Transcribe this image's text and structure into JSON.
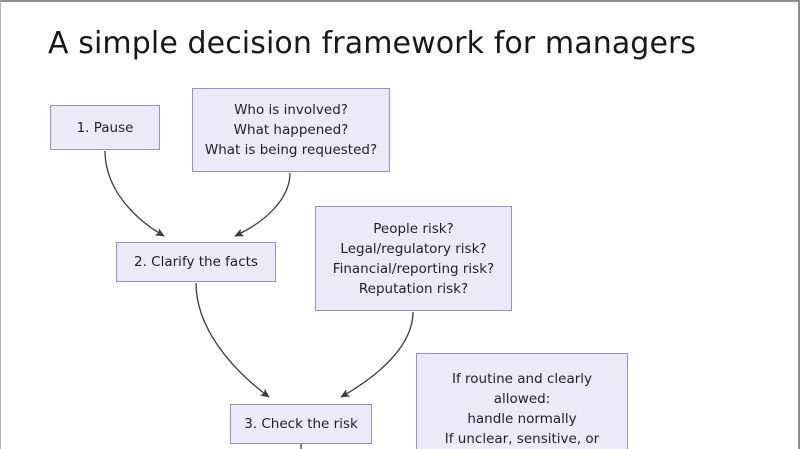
{
  "slide": {
    "title": "A simple decision framework for managers",
    "background_color": "#ffffff",
    "frame_border_color": "#8f8f8f"
  },
  "theme": {
    "node_fill": "#eceaf8",
    "node_border": "#9b8ed0",
    "text_color": "#1f2024",
    "arrow_color": "#3c3c3c"
  },
  "nodes": {
    "pause": {
      "lines": [
        "1. Pause"
      ]
    },
    "questions": {
      "lines": [
        "Who is involved?",
        "What happened?",
        "What is being requested?"
      ]
    },
    "clarify": {
      "lines": [
        "2. Clarify the facts"
      ]
    },
    "risks": {
      "lines": [
        "People risk?",
        "Legal/regulatory risk?",
        "Financial/reporting risk?",
        "Reputation risk?"
      ]
    },
    "check": {
      "lines": [
        "3. Check the risk"
      ]
    },
    "routing": {
      "lines": [
        "If routine and clearly",
        "allowed:",
        "handle normally",
        "If unclear, sensitive, or"
      ]
    }
  },
  "connectors": [
    {
      "from": "pause",
      "to": "clarify"
    },
    {
      "from": "questions",
      "to": "clarify"
    },
    {
      "from": "clarify",
      "to": "check"
    },
    {
      "from": "risks",
      "to": "check"
    },
    {
      "from": "check",
      "to": "routing"
    }
  ]
}
